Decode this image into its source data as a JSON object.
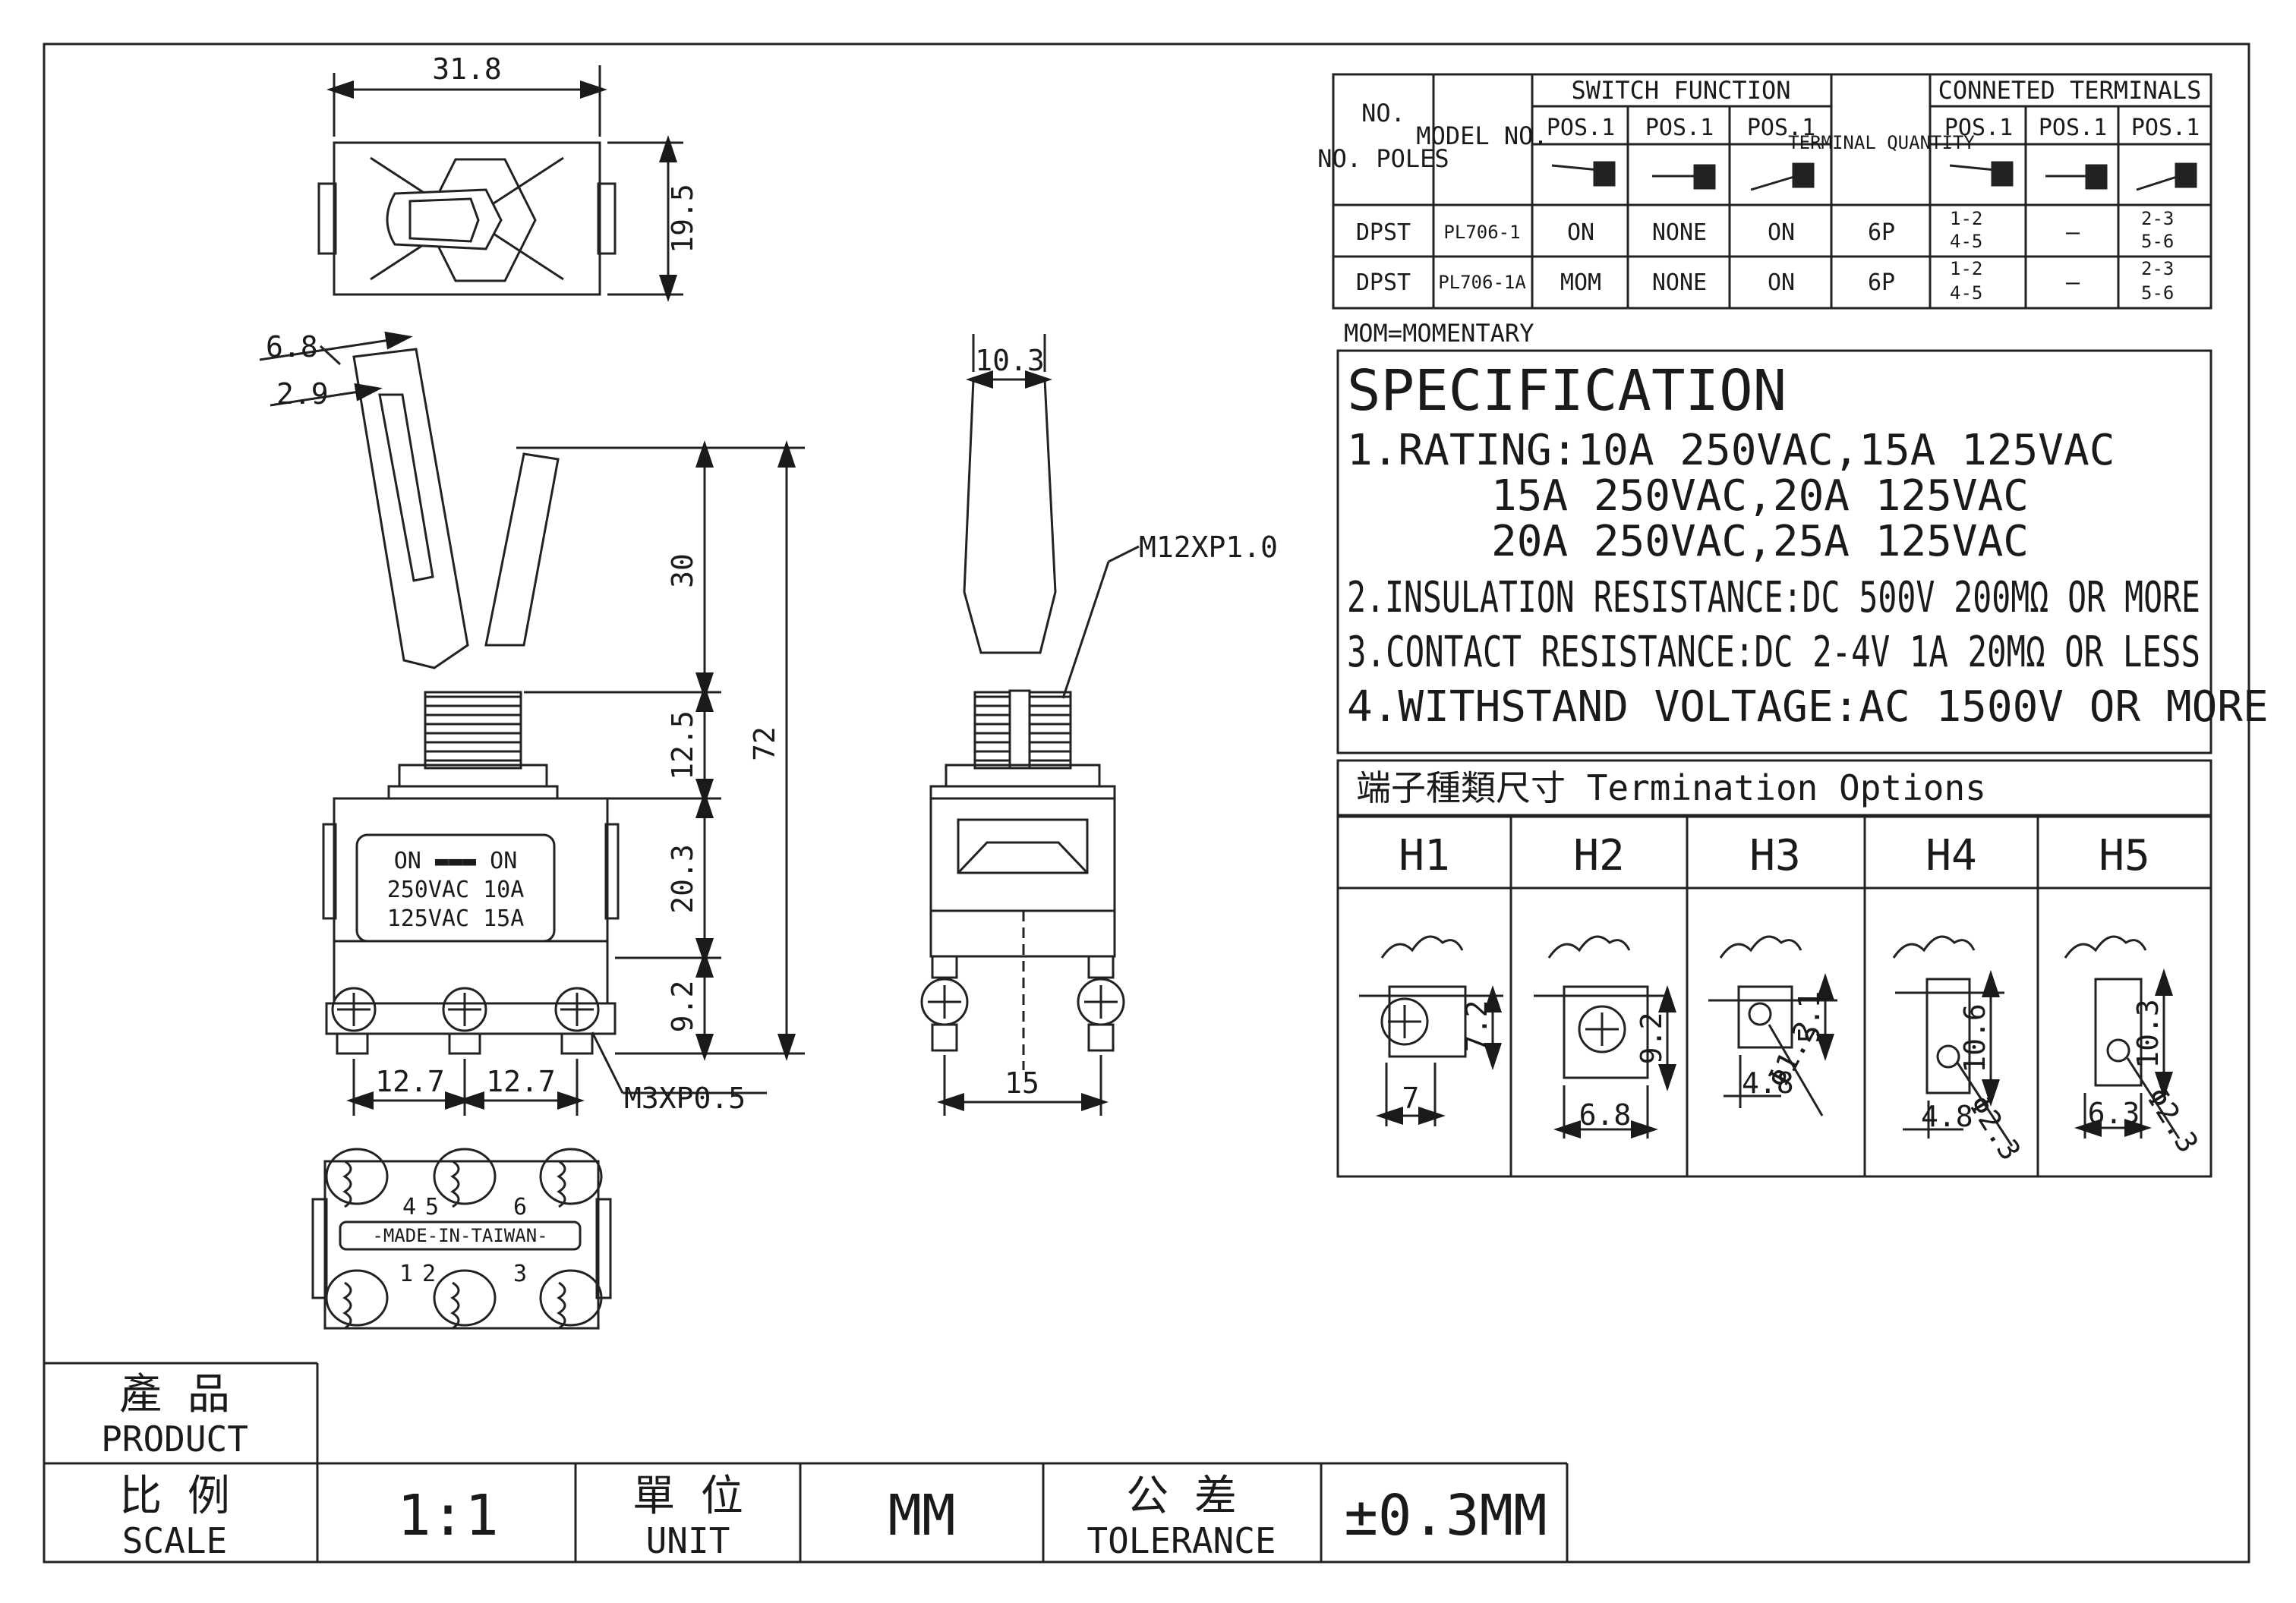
{
  "drawing": {
    "top_view": {
      "width": "31.8",
      "height": "19.5"
    },
    "side_view": {
      "lever_width": "6.8",
      "lever_inner": "2.9",
      "dims": [
        "30",
        "12.5",
        "20.3",
        "9.2"
      ],
      "total": "72",
      "pitch_left": "12.7",
      "pitch_right": "12.7",
      "screw": "M3XP0.5",
      "label_line1": "ON ▬▬▬ ON",
      "label_line2": "250VAC 10A",
      "label_line3": "125VAC 15A"
    },
    "front_view": {
      "lever_width": "10.3",
      "thread": "M12XP1.0",
      "base_width": "15"
    },
    "bottom_view": {
      "made_in": "-MADE-IN-TAIWAN-",
      "terminals": [
        "4",
        "5",
        "6",
        "1",
        "2",
        "3"
      ]
    }
  },
  "function_table": {
    "headers": {
      "poles": "NO. POLES",
      "model": "MODEL NO.",
      "switch_function": "SWITCH FUNCTION",
      "terminal_quantity": "TERMINAL QUANTITY",
      "connected_terminals": "CONNETED TERMINALS",
      "pos": [
        "POS.1",
        "POS.1",
        "POS.1"
      ],
      "pos2": [
        "POS.1",
        "POS.1",
        "POS.1"
      ]
    },
    "rows": [
      {
        "poles": "DPST",
        "model": "PL706-1",
        "f1": "ON",
        "f2": "NONE",
        "f3": "ON",
        "qty": "6P",
        "c1a": "1-2",
        "c1b": "4-5",
        "c2": "—",
        "c3a": "2-3",
        "c3b": "5-6"
      },
      {
        "poles": "DPST",
        "model": "PL706-1A",
        "f1": "MOM",
        "f2": "NONE",
        "f3": "ON",
        "qty": "6P",
        "c1a": "1-2",
        "c1b": "4-5",
        "c2": "—",
        "c3a": "2-3",
        "c3b": "5-6"
      }
    ],
    "note": "MOM=MOMENTARY"
  },
  "specification": {
    "title": "SPECIFICATION",
    "lines": [
      "1.RATING:10A 250VAC,15A 125VAC",
      "15A 250VAC,20A 125VAC",
      "20A 250VAC,25A 125VAC",
      "2.INSULATION RESISTANCE:DC 500V 200MΩ OR MORE",
      "3.CONTACT RESISTANCE:DC 2-4V 1A 20MΩ OR LESS",
      "4.WITHSTAND VOLTAGE:AC 1500V OR MORE"
    ]
  },
  "termination": {
    "title": "端子種類尺寸 Termination Options",
    "options": [
      {
        "name": "H1",
        "dim_a": "7.2",
        "dim_b": "7"
      },
      {
        "name": "H2",
        "dim_a": "9.2",
        "dim_b": "6.8"
      },
      {
        "name": "H3",
        "dim_a": "5.1",
        "dim_b": "4.8",
        "dim_c": "Φ1.2"
      },
      {
        "name": "H4",
        "dim_a": "10.6",
        "dim_b": "4.8",
        "dim_c": "Φ2.3"
      },
      {
        "name": "H5",
        "dim_a": "10.3",
        "dim_b": "6.3",
        "dim_c": "Φ2.3"
      }
    ]
  },
  "title_block": {
    "product_zh": "產   品",
    "product_en": "PRODUCT",
    "scale_zh": "比   例",
    "scale_en": "SCALE",
    "scale_value": "1:1",
    "unit_zh": "單   位",
    "unit_en": "UNIT",
    "unit_value": "MM",
    "tol_zh": "公   差",
    "tol_en": "TOLERANCE",
    "tol_value": "±0.3MM"
  }
}
